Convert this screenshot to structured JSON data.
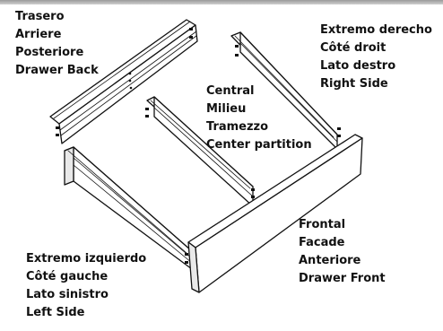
{
  "colors": {
    "line": "#111111",
    "panel": "#ffffff",
    "shade": "#e9e9e9",
    "top_bar": "#b5b5b5"
  },
  "labels": {
    "back": [
      "Trasero",
      "Arriere",
      "Posteriore",
      "Drawer Back"
    ],
    "right": [
      "Extremo derecho",
      "Côté droit",
      "Lato destro",
      "Right Side"
    ],
    "center": [
      "Central",
      "Milieu",
      "Tramezzo",
      "Center partition"
    ],
    "front": [
      "Frontal",
      "Facade",
      "Anteriore",
      "Drawer Front"
    ],
    "left": [
      "Extremo izquierdo",
      "Côté gauche",
      "Lato sinistro",
      "Left Side"
    ]
  }
}
